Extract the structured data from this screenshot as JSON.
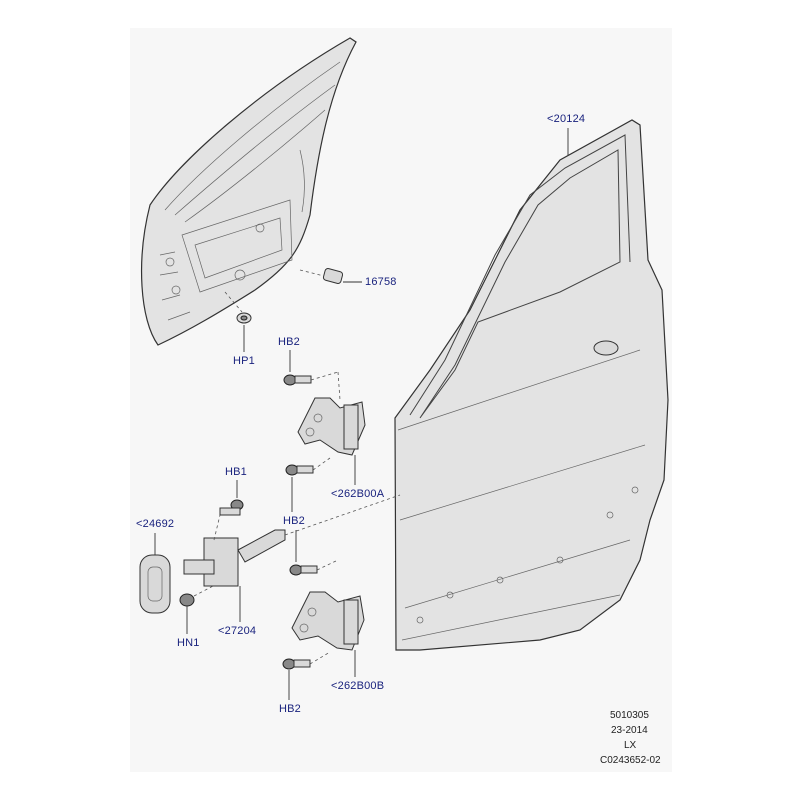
{
  "callouts": {
    "seal_main": "<20124",
    "buffer": "16758",
    "plug": "HP1",
    "bolt_upper_hinge": "HB2",
    "upper_hinge": "<262B00A",
    "bolt_check_arm": "HB1",
    "bolt_mid": "HB2",
    "pad": "<24692",
    "check_arm": "<27204",
    "nut": "HN1",
    "lower_hinge": "<262B00B",
    "bolt_lower_hinge": "HB2"
  },
  "footer": {
    "line1": "5010305",
    "line2": "23-2014",
    "line3": "LX",
    "line4": "C0243652-02"
  },
  "colors": {
    "label": "#1a237e",
    "background": "#f7f7f7"
  }
}
